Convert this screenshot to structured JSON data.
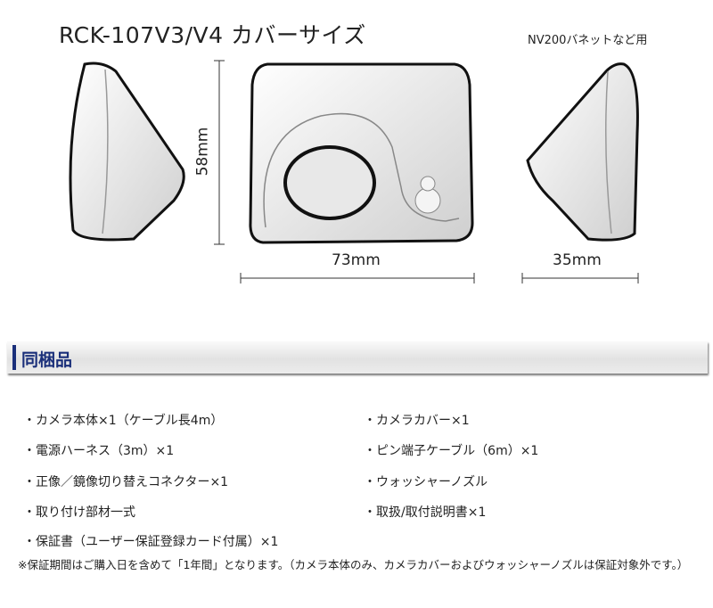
{
  "title": "RCK-107V3/V4 カバーサイズ",
  "subtitle": "NV200バネットなど用",
  "dimensions": {
    "height": "58mm",
    "width": "73mm",
    "depth": "35mm"
  },
  "section": {
    "title": "同梱品"
  },
  "items_left": [
    "・カメラ本体×1（ケーブル長4m）",
    "・電源ハーネス（3m）×1",
    "・正像／鏡像切り替えコネクター×1",
    "・取り付け部材一式",
    "・保証書（ユーザー保証登録カード付属）×1"
  ],
  "items_right": [
    "・カメラカバー×1",
    "・ピン端子ケーブル（6m）×1",
    "・ウォッシャーノズル",
    "・取扱/取付説明書×1"
  ],
  "note": "※保証期間はご購入日を含めて「1年間」となります。（カメラ本体のみ、カメラカバーおよびウォッシャーノズルは保証対象外です。）"
}
